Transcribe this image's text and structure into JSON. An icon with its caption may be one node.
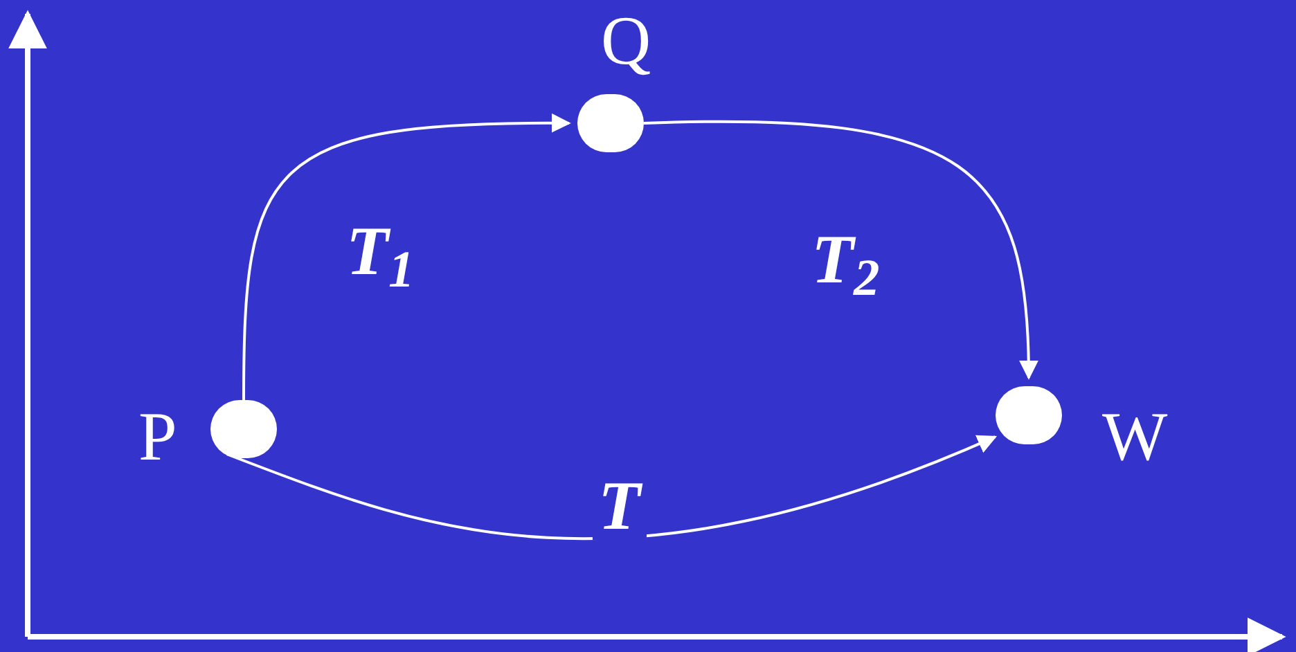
{
  "diagram": {
    "nodes": [
      {
        "text": [],
        "shape": "circle",
        "beside": [
          "P"
        ]
      },
      {
        "text": [],
        "shape": "circle",
        "beside": [
          "Q"
        ]
      },
      {
        "text": [],
        "shape": "circle",
        "beside": [
          "W"
        ]
      }
    ],
    "edges": [
      {
        "from": 0,
        "to": 1,
        "arrow": "to",
        "label": "T$_{1}$"
      },
      {
        "from": 1,
        "to": 2,
        "arrow": "to",
        "label": "T$_{2}$"
      },
      {
        "from": 0,
        "to": 2,
        "arrow": "to",
        "label": "T"
      }
    ]
  }
}
